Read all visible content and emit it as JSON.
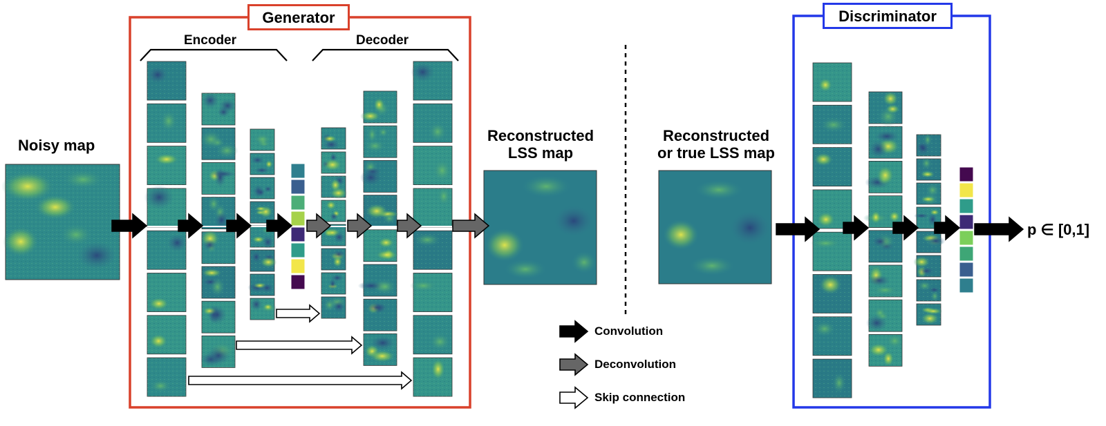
{
  "generator": {
    "title": "Generator",
    "encoder_label": "Encoder",
    "decoder_label": "Decoder",
    "border_color": "#d9412b"
  },
  "discriminator": {
    "title": "Discriminator",
    "border_color": "#2338e8"
  },
  "inputs": {
    "noisy_map_label": "Noisy map",
    "reconstructed_label_line1": "Reconstructed",
    "reconstructed_label_line2": "LSS map",
    "disc_input_label_line1": "Reconstructed",
    "disc_input_label_line2": "or true LSS map",
    "output_label": "p ∈ [0,1]"
  },
  "legend": {
    "items": [
      {
        "label": "Convolution",
        "icon": "black-arrow-icon"
      },
      {
        "label": "Deconvolution",
        "icon": "gray-arrow-icon"
      },
      {
        "label": "Skip connection",
        "icon": "white-arrow-icon"
      }
    ]
  },
  "colors": {
    "conv_arrow": "#000000",
    "deconv_arrow": "#666666",
    "skip_arrow": "#ffffff",
    "map_base": "#2f8a8a",
    "map_bright": "#d9e84a",
    "latent_cells": [
      "#2f7f8e",
      "#3a5f8f",
      "#4cae78",
      "#a6d24a",
      "#3e2a76",
      "#2f9c8a",
      "#f2e64a",
      "#44094f"
    ],
    "disc_cells": [
      "#44094f",
      "#f2e64a",
      "#2f9c8a",
      "#3e2a76",
      "#7ccf5a",
      "#3ea676",
      "#3a5f8f",
      "#2f7f8e"
    ]
  }
}
